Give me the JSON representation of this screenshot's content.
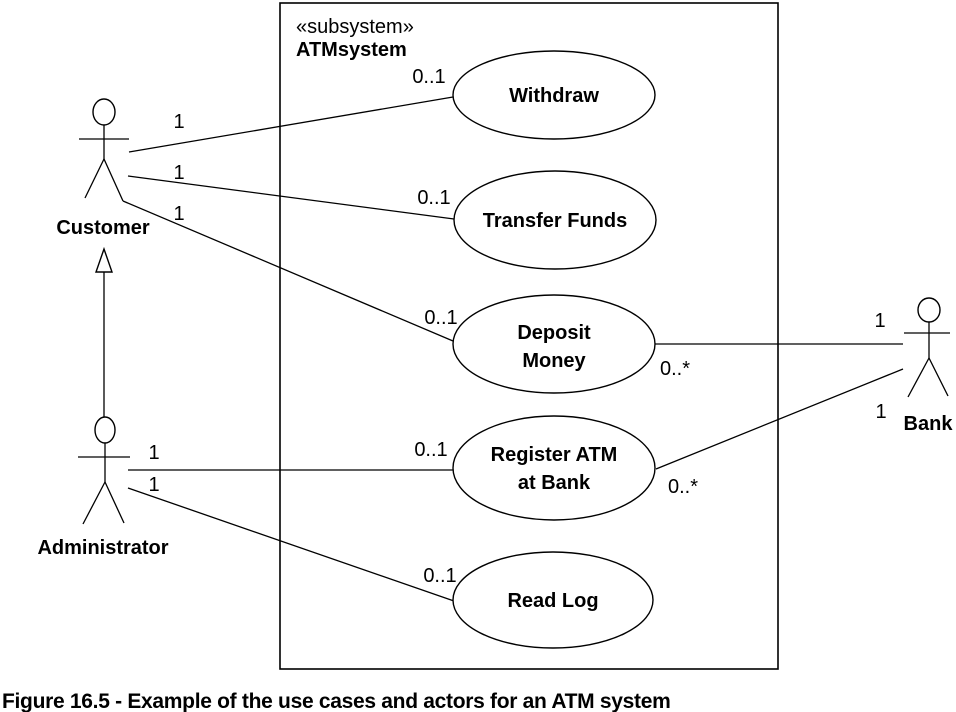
{
  "colors": {
    "background": "#ffffff",
    "line": "#000000",
    "text": "#000000"
  },
  "subsystem": {
    "stereotype": "«subsystem»",
    "name": "ATMsystem"
  },
  "actors": [
    {
      "id": "customer",
      "label": "Customer"
    },
    {
      "id": "administrator",
      "label": "Administrator"
    },
    {
      "id": "bank",
      "label": "Bank"
    }
  ],
  "use_cases": [
    {
      "id": "withdraw",
      "label": "Withdraw"
    },
    {
      "id": "transfer-funds",
      "label": "Transfer Funds"
    },
    {
      "id": "deposit-money",
      "lines": [
        "Deposit",
        "Money"
      ]
    },
    {
      "id": "register-atm-at-bank",
      "lines": [
        "Register ATM",
        "at Bank"
      ]
    },
    {
      "id": "read-log",
      "label": "Read Log"
    }
  ],
  "associations": [
    {
      "from": "Customer",
      "to": "Withdraw",
      "from_multiplicity": "1",
      "to_multiplicity": "0..1"
    },
    {
      "from": "Customer",
      "to": "Transfer Funds",
      "from_multiplicity": "1",
      "to_multiplicity": "0..1"
    },
    {
      "from": "Customer",
      "to": "Deposit Money",
      "from_multiplicity": "1",
      "to_multiplicity": "0..1"
    },
    {
      "from": "Administrator",
      "to": "Register ATM at Bank",
      "from_multiplicity": "1",
      "to_multiplicity": "0..1"
    },
    {
      "from": "Administrator",
      "to": "Read Log",
      "from_multiplicity": "1",
      "to_multiplicity": "0..1"
    },
    {
      "from": "Deposit Money",
      "to": "Bank",
      "from_multiplicity": "0..*",
      "to_multiplicity": "1"
    },
    {
      "from": "Register ATM at Bank",
      "to": "Bank",
      "from_multiplicity": "0..*",
      "to_multiplicity": "1"
    }
  ],
  "generalization": {
    "from": "Administrator",
    "to": "Customer"
  },
  "caption": "Figure 16.5 - Example of the use cases and actors for an ATM system"
}
